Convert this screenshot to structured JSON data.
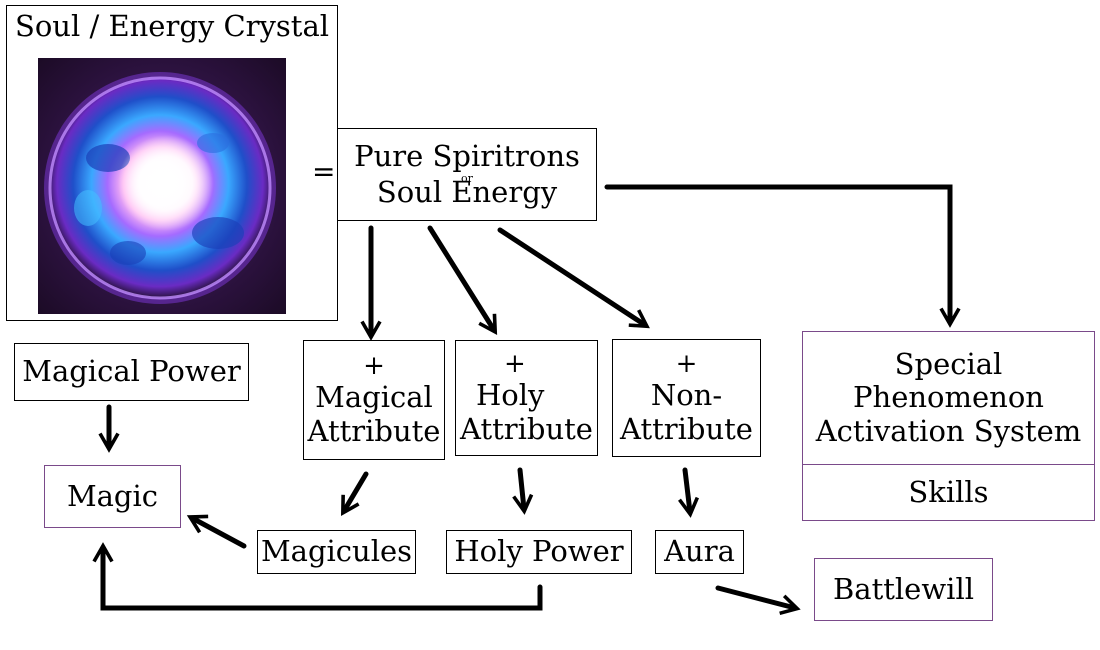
{
  "crystal": {
    "title": "Soul / Energy Crystal",
    "image": "soul-energy-crystal-orb"
  },
  "equals": "=",
  "spiritrons": {
    "line1": "Pure Spiritrons",
    "connector": "or",
    "line2": "Soul Energy"
  },
  "attributes": [
    {
      "plus": "+",
      "line1": "Magical",
      "line2": "Attribute"
    },
    {
      "plus": "+",
      "line1": "Holy",
      "line2": "Attribute"
    },
    {
      "plus": "+",
      "line1": "Non-",
      "line2": "Attribute"
    }
  ],
  "magical_power": "Magical Power",
  "magic": "Magic",
  "magicules": "Magicules",
  "holy_power": "Holy Power",
  "aura": "Aura",
  "battlewill": "Battlewill",
  "special": {
    "line1": "Special",
    "line2": "Phenomenon",
    "line3": "Activation System",
    "skills": "Skills"
  },
  "colors": {
    "box_border": "#000000",
    "accent_border": "#7a4a8a",
    "orb_core": "#ffffff",
    "orb_blue": "#3aa8ff",
    "orb_purple": "#7a2fd0"
  }
}
